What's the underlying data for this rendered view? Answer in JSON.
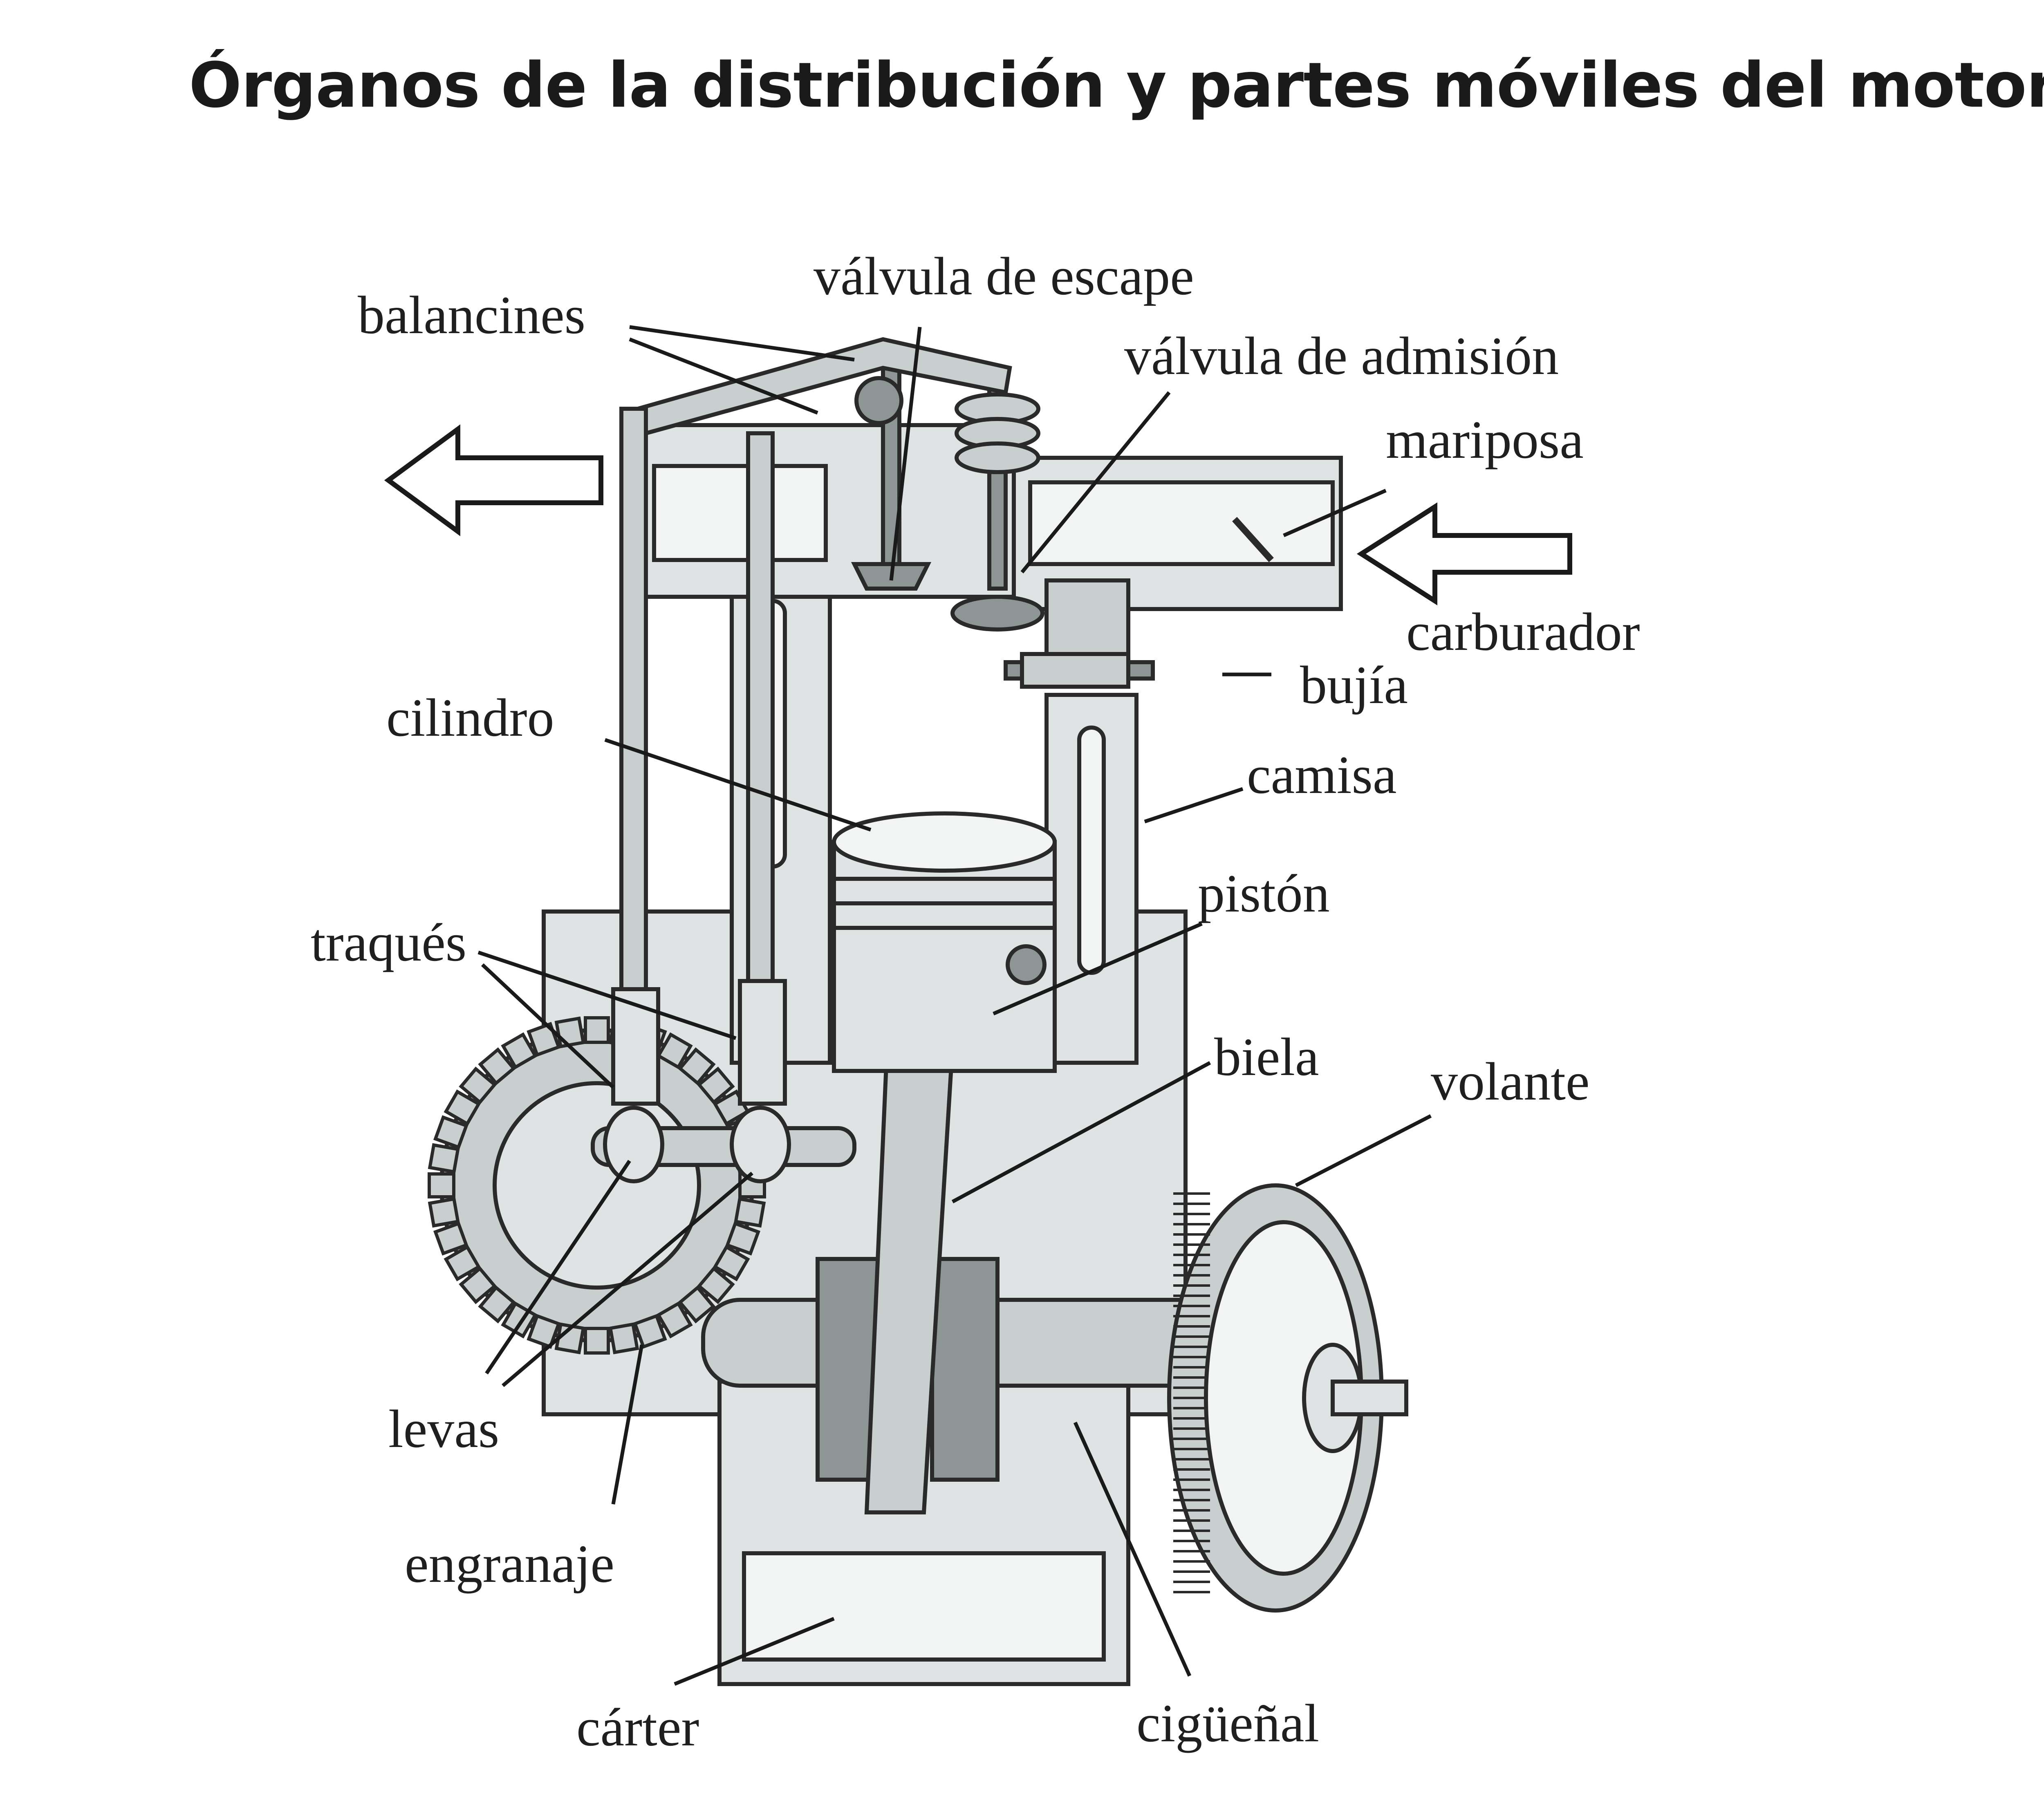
{
  "title": "Órganos de la distribución y partes móviles del motor",
  "labels": {
    "valvula_escape": "válvula de escape",
    "balancines": "balancines",
    "valvula_admision": "válvula de admisión",
    "mariposa": "mariposa",
    "carburador": "carburador",
    "bujia": "bujía",
    "cilindro": "cilindro",
    "camisa": "camisa",
    "piston": "pistón",
    "traques": "traqués",
    "biela": "biela",
    "volante": "volante",
    "levas": "levas",
    "engranaje": "engranaje",
    "carter": "cárter",
    "ciguenal": "cigüeñal"
  },
  "colors": {
    "ink": "#1a1a1a",
    "metal": "#dfe3e3",
    "metal_shade": "#c9cfcf",
    "metal_dark": "#8d9595"
  }
}
